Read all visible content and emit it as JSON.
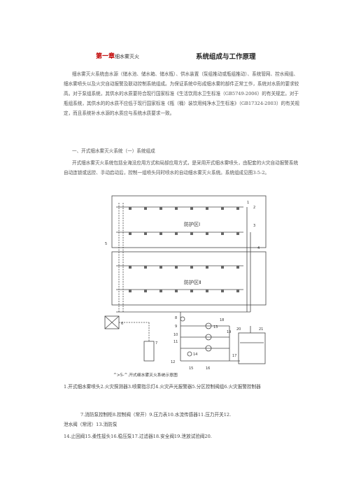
{
  "header": {
    "chapter": "第一章",
    "chapter_sub": "细水雾灭火",
    "title": "系统组成与工作原理"
  },
  "intro": "细水雾灭火系统由水源（储水池、储水箱、储水瓶）、供水装置（泵组推动或瓶组推动）、系统管网、控水阀组、细水雾喷头以及火灾自动报警及联动控制系统组成。为保证系统中形成细水雾的部件正常工作，系统对水质的要求较高。对于泵组系统，其供水的水质要符合现行国家标准《生活饮用水卫生标准（GB5749-2006）的有关规定。对于瓶组系统，其供水的的水质不应低于现行国家标准《瓶（桶）装饮用纯净水卫生标准》（GB17324-2003）的有关规定，而且系统补水水源的水质应与系统水质要求一致。",
  "section_heading": "一、开式细水雾灭火系统（一）系统组成",
  "section_text": "开式细水雾灭火系统包括全淹没应用方式和局部应用方式，是采用开式细水雾喷头，由配套的火灾自动报警系统自动连锁或远控、手动启动后，控制一组喷头同时喷水的自动细水雾灭火系统。系统组成见图3-5-2。",
  "diagram": {
    "zone1": "防护区Ⅰ",
    "zone2": "防护区Ⅱ",
    "callouts": [
      "1",
      "2",
      "3",
      "4",
      "5",
      "6",
      "7",
      "8",
      "9",
      "10",
      "11",
      "12",
      "13",
      "14",
      "15",
      "16",
      "17",
      "18",
      "19",
      "20",
      "21"
    ]
  },
  "caption": "^>5-^.开式细水雾灭火系统示意图",
  "legend": {
    "line1": "1.开式细水雾喷头2.火灾探测器3.喷雾指示灯4.火灾声光报警器5.分区控制阀组6.火灾报警控制器",
    "line2": "7.消防泵控制柜8.控制阀（常开）9.压力表10.水流传感器11.压力开关12.",
    "line3": "泄水阀（常闭）13.消防泵",
    "line4": "14.止回阀15.柔性接头16.稳压泵17.过滤器18.安全阀19.泄放试验阀20."
  }
}
